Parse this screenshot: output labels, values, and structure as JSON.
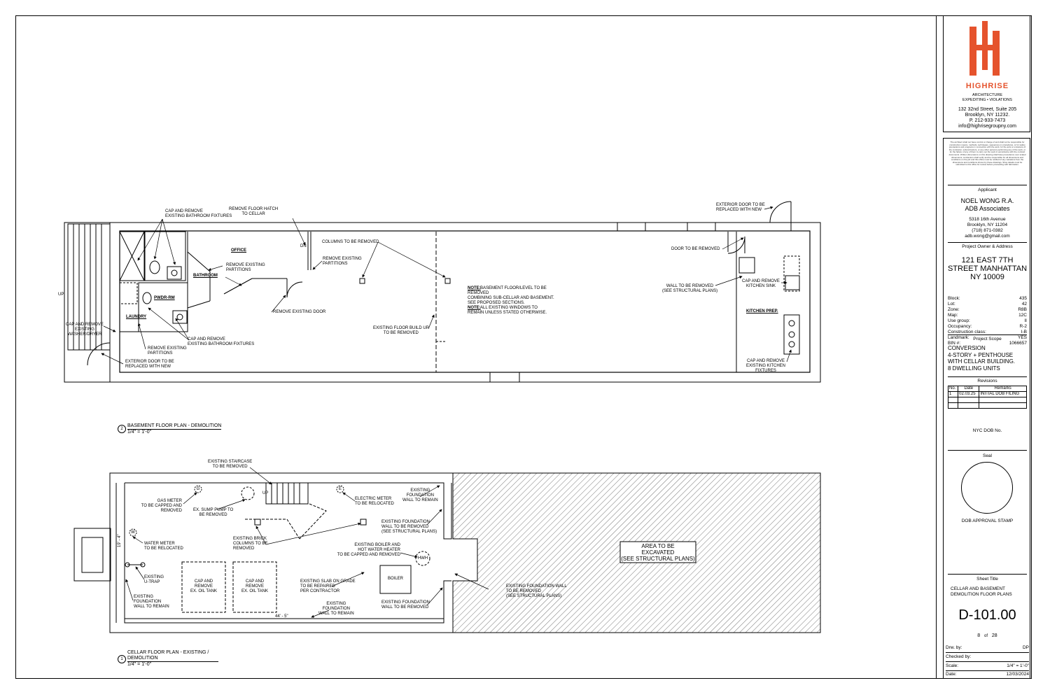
{
  "title_block": {
    "firm_name": "HIGHRISE",
    "firm_tagline_1": "ARCHITECTURE",
    "firm_tagline_2": "EXPEDITING • VIOLATIONS",
    "firm_address_1": "132 32nd Street, Suite 205",
    "firm_address_2": "Brooklyn, NY 11232.",
    "firm_phone": "P. 212-933-7473",
    "firm_email": "info@highrisegroupny.com",
    "disclaimer": "The architect shall not have control or charge of and shall not be responsible for construction means, methods, techniques, sequences or procedures, or for safety precautions and programs in connection with the work, for the acts or omissions of the contractor, subcontractors, or any other persons performing any of the work, or for the failure of any of them to carry out the work in accordance with the contract documents. Written dimensions on this drawing shall have precedence over scaled dimensions; contractors shall verify and be responsible for all dimensions and conditions on the job and this office must be notified of any variations from the dimensions and conditions shown by these drawings. Shop details must be submitted to this office for review before proceeding with fabrication.",
    "applicant_label": "Applicant",
    "applicant_name": "NOEL WONG R.A.",
    "applicant_firm": "ADB Associates",
    "applicant_address_1": "5318 16th Avenue",
    "applicant_address_2": "Brooklyn, NY 11204",
    "applicant_phone": "(718) 871-0382",
    "applicant_email": "adb.wong@gmail.com",
    "owner_label": "Project Owner & Address",
    "project_address": "121 EAST 7TH STREET MANHATTAN NY 10009",
    "props": [
      {
        "k": "Block:",
        "v": "435"
      },
      {
        "k": "Lot:",
        "v": "42"
      },
      {
        "k": "Zone:",
        "v": "R8B"
      },
      {
        "k": "Map:",
        "v": "12C"
      },
      {
        "k": "Use group:",
        "v": "II"
      },
      {
        "k": "Occupancy:",
        "v": "R-2"
      },
      {
        "k": "Construction class:",
        "v": "I-B"
      },
      {
        "k": "Landmark:",
        "v": "YES"
      },
      {
        "k": "BIN #:",
        "v": "1066657"
      }
    ],
    "scope_label": "Project Scope",
    "scope_text": "CONVERSION\n4-STORY + PENTHOUSE\nWITH CELLAR BUILDING.\n8 DWELLING UNITS",
    "revisions_label": "Revisions",
    "rev_headers": [
      "No.",
      "Date",
      "Remarks"
    ],
    "rev_rows": [
      [
        "1",
        "02.03.25",
        "INITIAL DOB FILING"
      ]
    ],
    "dob_no_label": "NYC DOB No.",
    "seal_label": "Seal",
    "dob_stamp_label": "DOB APPROVAL STAMP",
    "sheet_title_label": "Sheet Title",
    "sheet_title": "CELLAR AND BASEMENT\nDEMOLITION FLOOR PLANS",
    "sheet_number": "D-101.00",
    "sheet_index": "8",
    "sheet_of": "of",
    "sheet_total": "28",
    "drawn_by_label": "Drw. by:",
    "drawn_by": "DP",
    "checked_by_label": "Checked by:",
    "checked_by": "",
    "scale_label": "Scale:",
    "scale": "1/4\" = 1'-0\"",
    "date_label": "Date:",
    "date": "12/03/2024"
  },
  "basement_plan": {
    "number": "2",
    "title": "BASEMENT FLOOR PLAN - DEMOLITION",
    "scale": "1/4\" = 1'-0\"",
    "rooms": {
      "office": "OFFICE",
      "bathroom": "BATHROOM",
      "pwdr": "PWDR-RM",
      "laundry": "LAUNDRY",
      "kitchen": "KITCHEN PREP."
    },
    "up": "UP",
    "dn": "DN",
    "notes": {
      "cap_bath": "CAP AND REMOVE\nEXISTING BATHROOM FIXTURES",
      "floor_hatch": "REMOVE FLOOR HATCH\nTO CELLAR",
      "columns": "COLUMNS TO BE REMOVED",
      "remove_partitions_1": "REMOVE EXISTING\nPARTITIONS",
      "remove_partitions_2": "REMOVE EXISTING\nPARTITIONS",
      "remove_partitions_3": "REMOVE EXISTING\nPARTITIONS",
      "remove_door": "REMOVE EXISTING DOOR",
      "washer": "CAP AND REMOVE\nEXISTING\nWASHER/DRYER",
      "cap_bath_2": "CAP AND REMOVE\nEXISTING BATHROOM FIXTURES",
      "ext_door_1": "EXTERIOR DOOR TO  BE\nREPLACED WITH NEW",
      "floor_build": "EXISTING FLOOR BUILD UP\nTO BE REMOVED",
      "note_label_1": "NOTE:",
      "note_1": "BASEMENT FLOOR/LEVEL TO BE\nREMOVED\nCOMBINING SUB-CELLAR AND BASEMENT.\nSEE PROPOSED SECTIONS.",
      "note_label_2": "NOTE:",
      "note_2": "ALL EXISTING WINDOWS TO\nREMAIN UNLESS STATED OTHERWISE.",
      "ext_door_2": "EXTERIOR DOOR TO  BE\nREPLACED WITH NEW",
      "door_removed": "DOOR TO BE REMOVED",
      "wall_removed": "WALL TO BE REMOVED\n(SEE STRUCTURAL PLANS)",
      "kitchen_sink": "CAP AND REMOVE\nKITCHEN SINK",
      "kitchen_fixtures": "CAP AND REMOVE\nEXISTING KITCHEN\nFIXTURES"
    }
  },
  "cellar_plan": {
    "number": "1",
    "title": "CELLAR FLOOR PLAN - EXISTING / DEMOLITION",
    "scale": "1/4\" = 1'-0\"",
    "up": "UP",
    "dim_length": "44' - 5\"",
    "dim_width": "19' - 4\"",
    "symbols": {
      "gas": "G",
      "elec": "E",
      "water": "W",
      "hwh": "HWH"
    },
    "notes": {
      "staircase": "EXISTING STAIRCASE\nTO BE REMOVED",
      "gas_meter": "GAS METER\nTO BE CAPPED AND\nREMOVED",
      "sump": "EX. SUMP PUMP TO\nBE REMOVED",
      "elec_meter": "ELECTRIC METER\nTO BE RELOCATED",
      "found_remain_1": "EXISTING\nFOUNDATION\nWALL TO REMAIN",
      "brick_columns": "EXISTING BRICK\nCOLUMNS TO BE\nREMOVED",
      "found_removed_1": "EXISTING FOUNDATION\nWALL TO BE REMOVED\n(SEE STRUCTURAL PLANS)",
      "water_meter": "WATER METER\nTO BE RELOCATED",
      "boiler_heater": "EXISTING BOILER AND\nHOT WATER HEATER\nTO BE CAPPED AND REMOVED",
      "utrap": "EXISTING\nU-TRAP",
      "oil_tank_1": "CAP AND\nREMOVE\nEX. OIL TANK",
      "oil_tank_2": "CAP AND\nREMOVE\nEX. OIL TANK",
      "slab": "EXISTING SLAB ON GRADE\nTO BE REPAIRED\nPER CONTRACTOR",
      "boiler": "BOILER",
      "found_removed_2": "EXISTING FOUNDATION WALL\nTO BE REMOVED\n(SEE STRUCTURAL PLANS)",
      "found_remain_2": "EXISTING\nFOUNDATION\nWALL TO REMAIN",
      "found_removed_3": "EXISTING FOUNDATION\nWALL TO BE REMOVED",
      "found_remain_3": "EXISTING\nFOUNDATION\nWALL TO REMAIN",
      "excavate": "AREA TO BE\nEXCAVATED\n(SEE STRUCTURAL PLANS)"
    }
  },
  "colors": {
    "brand": "#e5532d",
    "line": "#000000"
  }
}
